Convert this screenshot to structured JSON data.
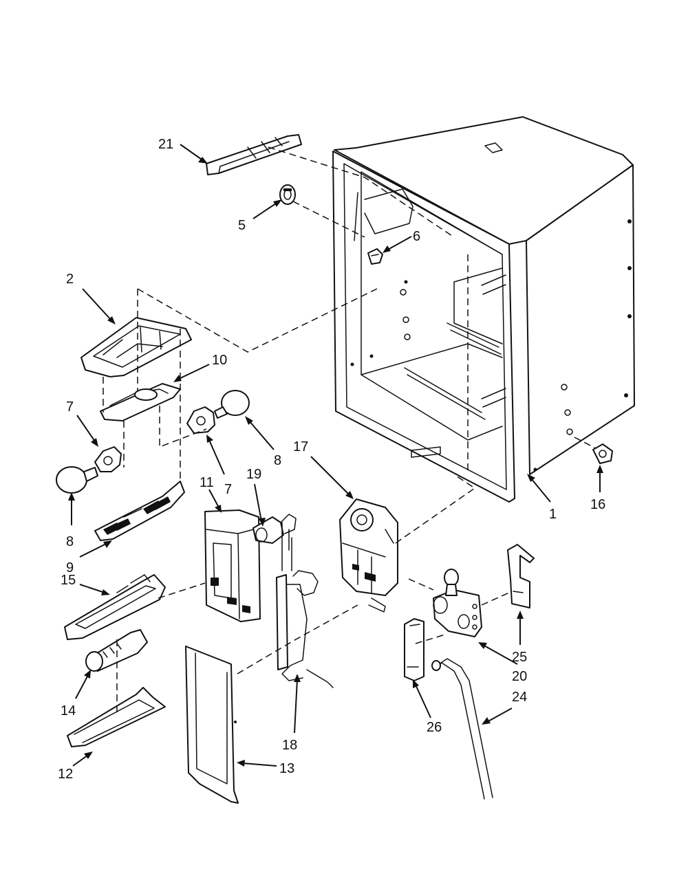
{
  "diagram": {
    "callouts": [
      {
        "id": "c21",
        "text": "21"
      },
      {
        "id": "c5",
        "text": "5"
      },
      {
        "id": "c6",
        "text": "6"
      },
      {
        "id": "c2",
        "text": "2"
      },
      {
        "id": "c10",
        "text": "10"
      },
      {
        "id": "c7a",
        "text": "7"
      },
      {
        "id": "c7b",
        "text": "7"
      },
      {
        "id": "c8a",
        "text": "8"
      },
      {
        "id": "c8b",
        "text": "8"
      },
      {
        "id": "c9",
        "text": "9"
      },
      {
        "id": "c17",
        "text": "17"
      },
      {
        "id": "c19",
        "text": "19"
      },
      {
        "id": "c11",
        "text": "11"
      },
      {
        "id": "c15",
        "text": "15"
      },
      {
        "id": "c14",
        "text": "14"
      },
      {
        "id": "c12",
        "text": "12"
      },
      {
        "id": "c13",
        "text": "13"
      },
      {
        "id": "c18",
        "text": "18"
      },
      {
        "id": "c26",
        "text": "26"
      },
      {
        "id": "c24",
        "text": "24"
      },
      {
        "id": "c20",
        "text": "20"
      },
      {
        "id": "c25",
        "text": "25"
      },
      {
        "id": "c1",
        "text": "1"
      },
      {
        "id": "c16",
        "text": "16"
      }
    ]
  }
}
